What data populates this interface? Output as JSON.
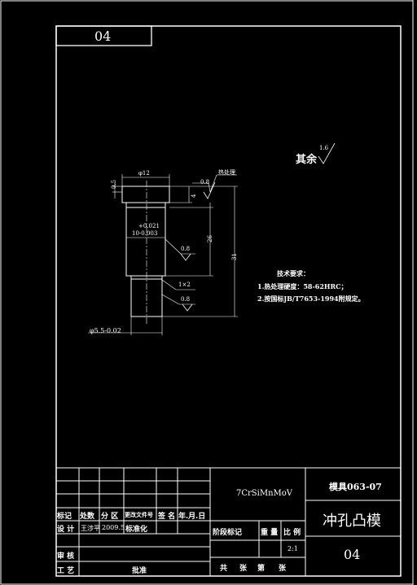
{
  "drawing": {
    "corner_code": "04",
    "roughness_note": {
      "label": "其余",
      "value": "1.6"
    },
    "dimensions": {
      "head_diameter": "φ12",
      "head_thickness": "4",
      "head_chamfer": "0.5",
      "shaft_tol_upper": "+0.021",
      "shaft_tol": "10-0.003",
      "shaft_length": "26",
      "total_length": "31",
      "pin_diameter": "φ5.5-0.02",
      "chamfer": "1×2",
      "surface_finish_top": "0.8",
      "surface_finish_mid": "0.8",
      "surface_finish_bottom": "0.8",
      "leader_label": "热处理"
    },
    "tech_requirements": {
      "title": "技术要求：",
      "items": [
        "1.热处理硬度：58-62HRC；",
        "2.按国标JB/T7653-1994附规定。"
      ]
    }
  },
  "title_block": {
    "material": "7CrSiMnMoV",
    "project": "模具063-07",
    "part_name": "冲孔凸模",
    "part_no": "04",
    "scale": "2:1",
    "labels": {
      "mark": "标记",
      "count": "处数",
      "zone": "分 区",
      "change_doc": "更改文件号",
      "sign": "签 名",
      "date": "年.月.日",
      "design": "设 计",
      "designer": "王涉平",
      "design_date": "2009.5",
      "standardize": "标准化",
      "stage_mark": "阶段标记",
      "weight": "重 量",
      "scale_label": "比 例",
      "review": "审 核",
      "process": "工 艺",
      "approve": "批准",
      "sheets_total": "共",
      "sheets_unit": "张",
      "sheet_no": "第",
      "sheet_unit": "张"
    }
  }
}
